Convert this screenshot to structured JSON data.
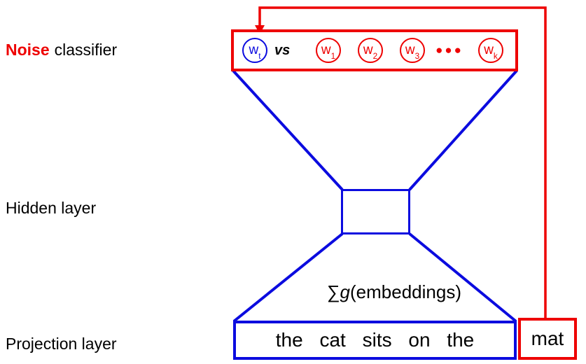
{
  "colors": {
    "red": "#ee0000",
    "blue": "#0b0bdf"
  },
  "labels": {
    "noise": "Noise",
    "classifier": "classifier",
    "hidden_layer": "Hidden layer",
    "projection_layer": "Projection layer"
  },
  "classifier": {
    "target": {
      "base": "w",
      "sub": "t"
    },
    "vs": "vs",
    "nodes": [
      {
        "base": "w",
        "sub": "1"
      },
      {
        "base": "w",
        "sub": "2"
      },
      {
        "base": "w",
        "sub": "3"
      }
    ],
    "ellipsis": "●●●",
    "k_node": {
      "base": "w",
      "sub": "k"
    }
  },
  "sum": {
    "sigma": "∑",
    "g": "g",
    "args": "(embeddings)"
  },
  "projection": {
    "context_words": "the cat sits on the",
    "target_word": "mat"
  }
}
